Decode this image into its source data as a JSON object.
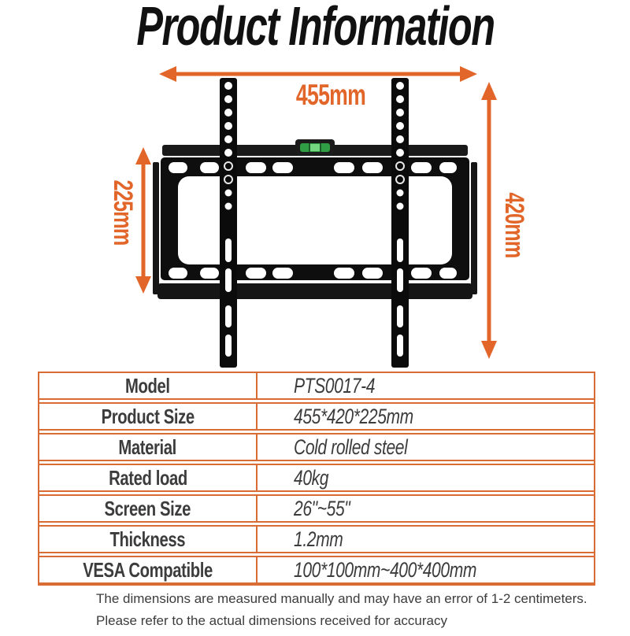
{
  "title": "Product Information",
  "diagram": {
    "illustration_name": "tv-wall-mount-bracket-front-view",
    "accent_color": "#e2662a",
    "width_label": "455mm",
    "height_left_label": "225mm",
    "height_right_label": "420mm"
  },
  "spec_table": {
    "border_color": "#d96b35",
    "rows": [
      {
        "label": "Model",
        "value": "PTS0017-4"
      },
      {
        "label": "Product Size",
        "value": "455*420*225mm"
      },
      {
        "label": "Material",
        "value": "Cold rolled steel"
      },
      {
        "label": "Rated load",
        "value": "40kg"
      },
      {
        "label": "Screen Size",
        "value": "26\"~55\""
      },
      {
        "label": "Thickness",
        "value": "1.2mm"
      },
      {
        "label": "VESA Compatible",
        "value": "100*100mm~400*400mm"
      }
    ]
  },
  "footer": {
    "line1": "The dimensions are measured manually and may have an error of 1-2 centimeters.",
    "line2": "Please refer to the actual dimensions received for accuracy"
  }
}
